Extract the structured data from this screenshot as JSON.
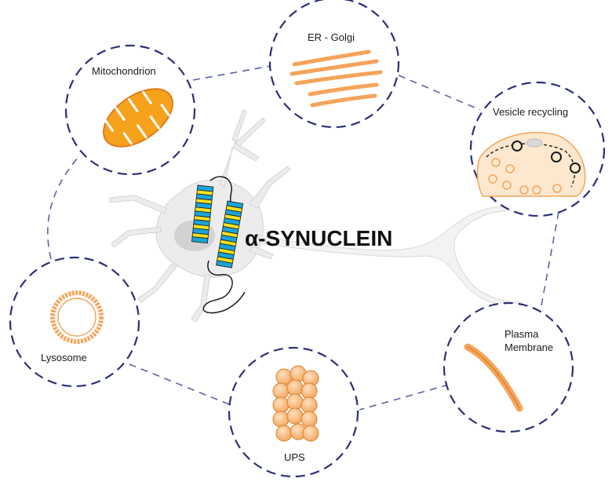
{
  "center_label": "α-SYNUCLEIN",
  "nodes": {
    "mitochondrion": "Mitochondrion",
    "er_golgi": "ER - Golgi",
    "vesicle_recycling": "Vesicle recycling",
    "lysosome": "Lysosome",
    "ups": "UPS",
    "plasma_membrane_line1": "Plasma",
    "plasma_membrane_line2": "Membrane"
  },
  "colors": {
    "circle_border": "#2b2f7a",
    "connector": "#5a62a8",
    "organelle_fill": "#f6a21d",
    "organelle_stroke": "#e07a1a",
    "helix_blue": "#1aa4d8",
    "helix_yellow": "#f2e020",
    "neuron": "#ededed"
  }
}
